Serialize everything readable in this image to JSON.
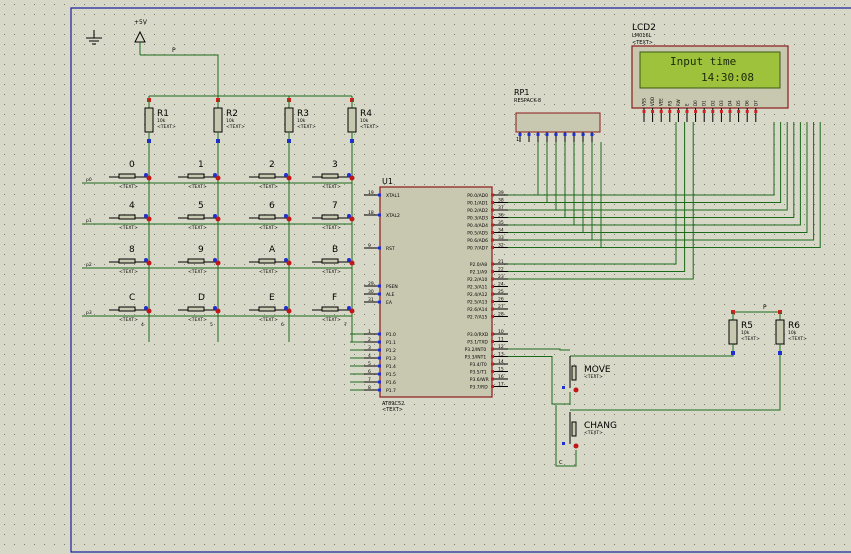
{
  "power": {
    "vcc_label": "+5V",
    "net_label": "P"
  },
  "lcd": {
    "ref": "LCD2",
    "part": "LM016L",
    "text_tag": "<TEXT>",
    "line1": "Input time",
    "line2": "14:30:08",
    "pins": [
      "VSS",
      "VDD",
      "VEE",
      "RS",
      "RW",
      "E",
      "D0",
      "D1",
      "D2",
      "D3",
      "D4",
      "D5",
      "D6",
      "D7"
    ]
  },
  "rp1": {
    "ref": "RP1",
    "part": "RESPACK-8",
    "pin1": "1"
  },
  "u1": {
    "ref": "U1",
    "part": "AT89C52",
    "text_tag": "<TEXT>",
    "left_pins": [
      {
        "num": "19",
        "name": "XTAL1"
      },
      {
        "num": "18",
        "name": "XTAL2"
      },
      {
        "num": "9",
        "name": "RST"
      },
      {
        "num": "29",
        "name": "PSEN"
      },
      {
        "num": "30",
        "name": "ALE"
      },
      {
        "num": "31",
        "name": "EA"
      },
      {
        "num": "1",
        "name": "P1.0"
      },
      {
        "num": "2",
        "name": "P1.1"
      },
      {
        "num": "3",
        "name": "P1.2"
      },
      {
        "num": "4",
        "name": "P1.3"
      },
      {
        "num": "5",
        "name": "P1.4"
      },
      {
        "num": "6",
        "name": "P1.5"
      },
      {
        "num": "7",
        "name": "P1.6"
      },
      {
        "num": "8",
        "name": "P1.7"
      }
    ],
    "right_pins": [
      {
        "num": "39",
        "name": "P0.0/AD0"
      },
      {
        "num": "38",
        "name": "P0.1/AD1"
      },
      {
        "num": "37",
        "name": "P0.2/AD2"
      },
      {
        "num": "36",
        "name": "P0.3/AD3"
      },
      {
        "num": "35",
        "name": "P0.4/AD4"
      },
      {
        "num": "34",
        "name": "P0.5/AD5"
      },
      {
        "num": "33",
        "name": "P0.6/AD6"
      },
      {
        "num": "32",
        "name": "P0.7/AD7"
      },
      {
        "num": "21",
        "name": "P2.0/A8"
      },
      {
        "num": "22",
        "name": "P2.1/A9"
      },
      {
        "num": "23",
        "name": "P2.2/A10"
      },
      {
        "num": "24",
        "name": "P2.3/A11"
      },
      {
        "num": "25",
        "name": "P2.4/A12"
      },
      {
        "num": "26",
        "name": "P2.5/A13"
      },
      {
        "num": "27",
        "name": "P2.6/A14"
      },
      {
        "num": "28",
        "name": "P2.7/A15"
      },
      {
        "num": "10",
        "name": "P3.0/RXD"
      },
      {
        "num": "11",
        "name": "P3.1/TXD"
      },
      {
        "num": "12",
        "name": "P3.2/INT0"
      },
      {
        "num": "13",
        "name": "P3.3/INT1"
      },
      {
        "num": "14",
        "name": "P3.4/T0"
      },
      {
        "num": "15",
        "name": "P3.5/T1"
      },
      {
        "num": "16",
        "name": "P3.6/WR"
      },
      {
        "num": "17",
        "name": "P3.7/RD"
      }
    ]
  },
  "resistors": [
    {
      "ref": "R1",
      "value": "10k",
      "tag": "<TEXT>"
    },
    {
      "ref": "R2",
      "value": "10k",
      "tag": "<TEXT>"
    },
    {
      "ref": "R3",
      "value": "10k",
      "tag": "<TEXT>"
    },
    {
      "ref": "R4",
      "value": "10k",
      "tag": "<TEXT>"
    },
    {
      "ref": "R5",
      "value": "10k",
      "tag": "<TEXT>"
    },
    {
      "ref": "R6",
      "value": "10k",
      "tag": "<TEXT>"
    }
  ],
  "keypad": {
    "keys": [
      "0",
      "1",
      "2",
      "3",
      "4",
      "5",
      "6",
      "7",
      "8",
      "9",
      "A",
      "B",
      "C",
      "D",
      "E",
      "F"
    ],
    "tag": "<TEXT>",
    "row_labels": [
      "p0",
      "p1",
      "p2",
      "p3"
    ],
    "col_labels": [
      "4",
      "5",
      "6",
      "7"
    ]
  },
  "buttons": [
    {
      "label": "MOVE",
      "tag": "<TEXT>"
    },
    {
      "label": "CHANG",
      "tag": "<TEXT>"
    }
  ],
  "nets": {
    "p_label": "P",
    "c_label": "C"
  }
}
